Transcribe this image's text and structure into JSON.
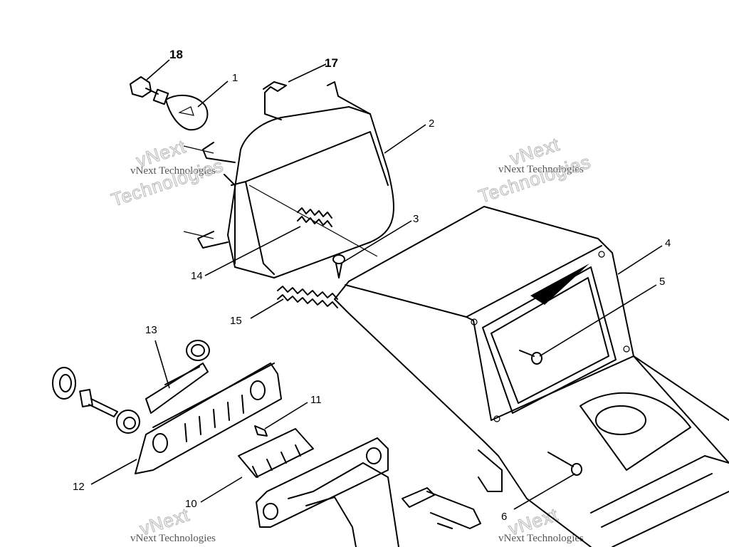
{
  "callouts": {
    "c1": "1",
    "c2": "2",
    "c3": "3",
    "c4": "4",
    "c5": "5",
    "c6": "6",
    "c10": "10",
    "c11": "11",
    "c12": "12",
    "c13": "13",
    "c14": "14",
    "c15": "15",
    "c17": "17",
    "c18": "18"
  },
  "watermark": {
    "company_line": "vNext Technologies",
    "brand_top": "vNext",
    "brand_bottom": "Technologies"
  }
}
